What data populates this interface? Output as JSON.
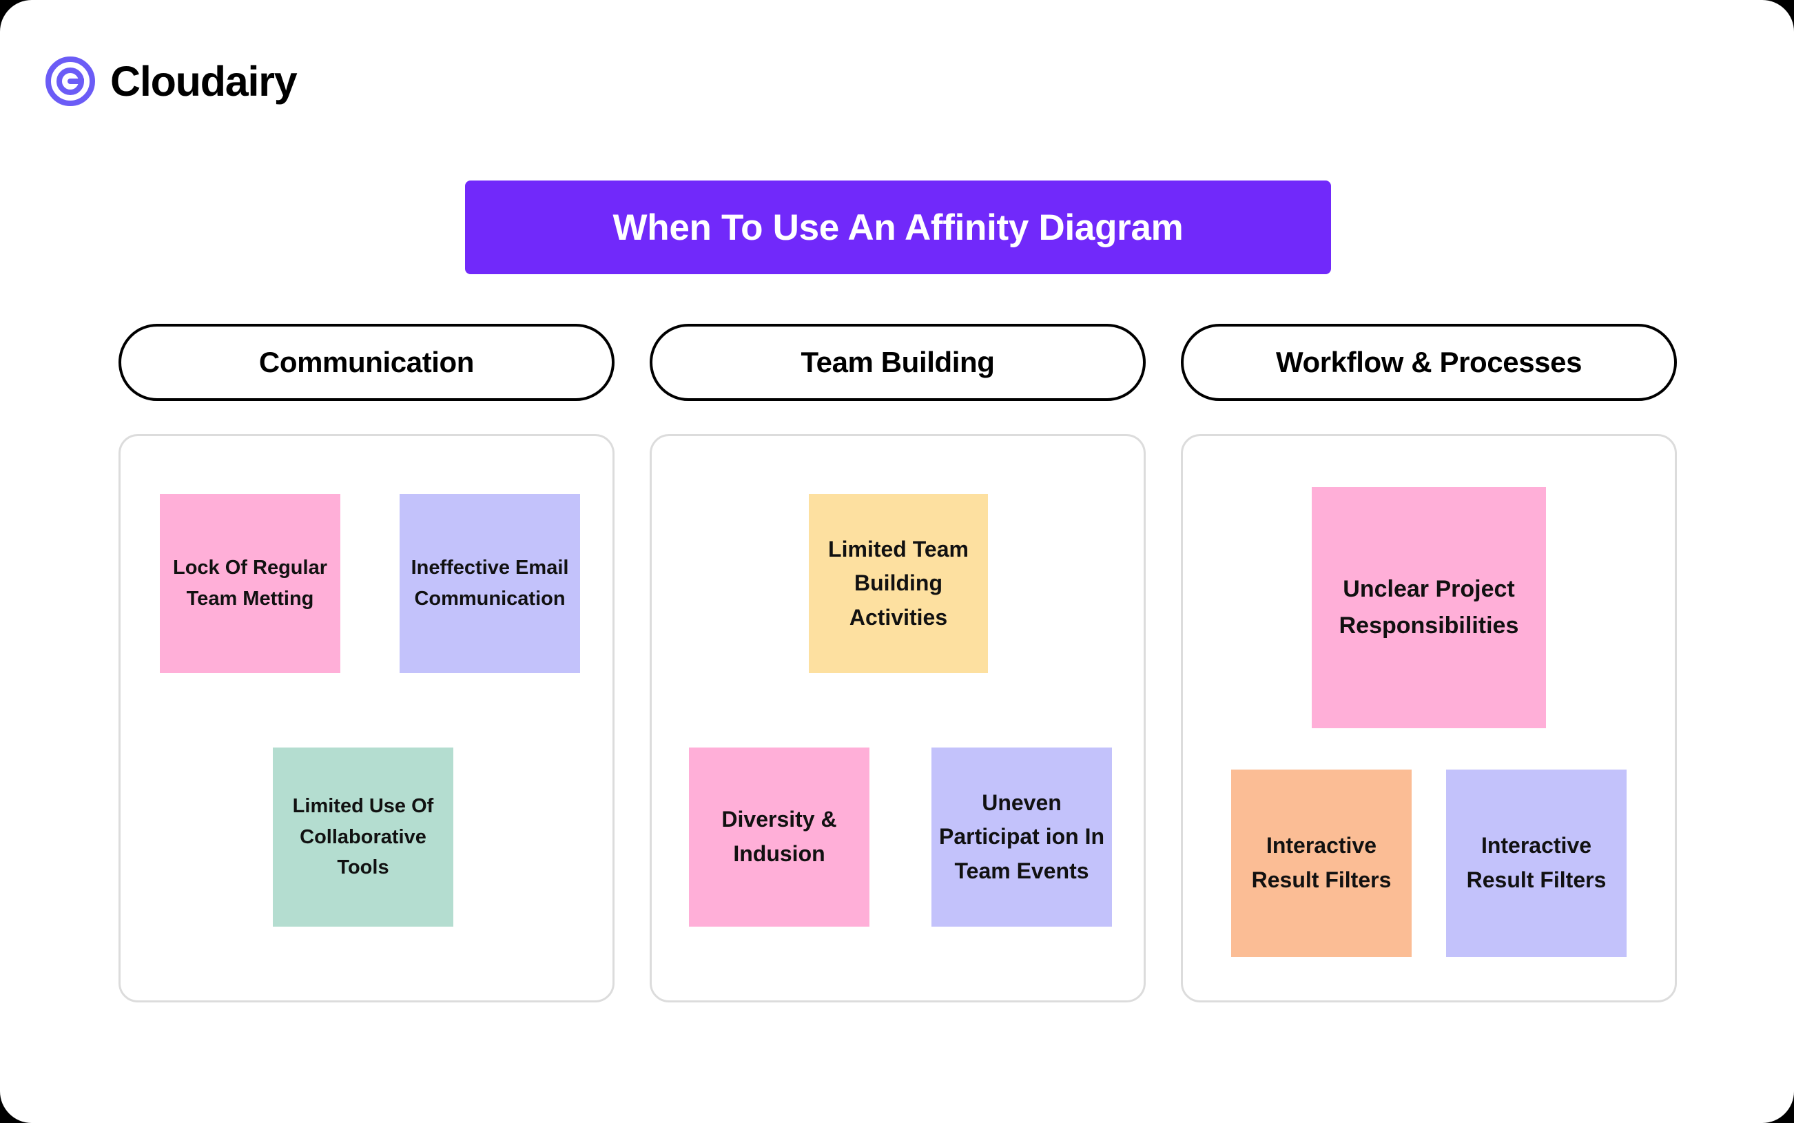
{
  "brand": {
    "name": "Cloudairy",
    "logo_icon": "cloudairy-swirl-icon",
    "logo_color": "#6B5CF6"
  },
  "title": {
    "text": "When To Use An Affinity Diagram",
    "background_color": "#7129FA",
    "text_color": "#FFFFFF"
  },
  "palette": {
    "pink": "#FFAFD8",
    "periwinkle": "#C3C2FB",
    "mint": "#B4DDD0",
    "yellow": "#FDE0A0",
    "orange": "#FBBD95",
    "border_gray": "#DCDCDC"
  },
  "columns": [
    {
      "header": "Communication",
      "notes": [
        {
          "text": "Lock Of Regular Team Metting",
          "color": "#FFAFD8"
        },
        {
          "text": "Ineffective Email Communication",
          "color": "#C3C2FB"
        },
        {
          "text": "Limited Use Of Collaborative Tools",
          "color": "#B4DDD0"
        }
      ]
    },
    {
      "header": "Team Building",
      "notes": [
        {
          "text": "Limited Team Building Activities",
          "color": "#FDE0A0"
        },
        {
          "text": "Diversity & Indusion",
          "color": "#FFAFD8"
        },
        {
          "text": "Uneven Participat ion In Team Events",
          "color": "#C3C2FB"
        }
      ]
    },
    {
      "header": "Workflow & Processes",
      "notes": [
        {
          "text": "Unclear Project Responsibilities",
          "color": "#FFAFD8"
        },
        {
          "text": "Interactive Result Filters",
          "color": "#FBBD95"
        },
        {
          "text": "Interactive Result Filters",
          "color": "#C3C2FB"
        }
      ]
    }
  ]
}
